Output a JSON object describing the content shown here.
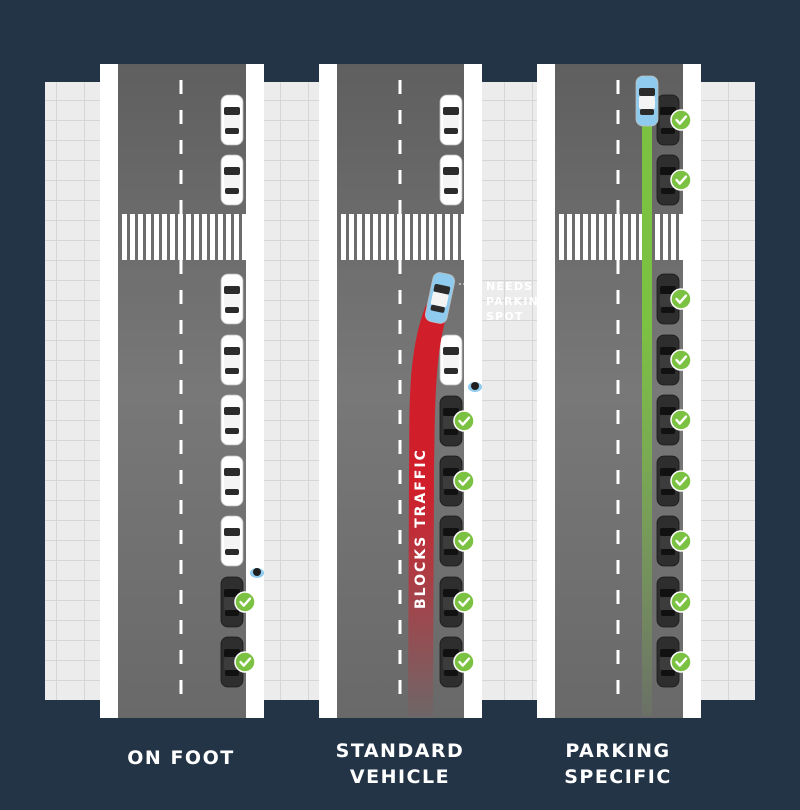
{
  "panels": [
    {
      "id": "on-foot",
      "caption_lines": [
        "ON FOOT"
      ]
    },
    {
      "id": "standard-vehicle",
      "caption_lines": [
        "STANDARD",
        "VEHICLE"
      ]
    },
    {
      "id": "parking-specific",
      "caption_lines": [
        "PARKING",
        "SPECIFIC"
      ]
    }
  ],
  "callout": {
    "lines": [
      "NEEDS",
      "PARKING",
      "SPOT"
    ]
  },
  "blocks_traffic_label": "BLOCKS TRAFFIC",
  "colors": {
    "background": "#243447",
    "road": "#737373",
    "sidewalk": "#ebebeb",
    "curb": "#ffffff",
    "parked_car_light": "#ffffff",
    "parked_car_dark": "#2e2e2e",
    "searching_car": "#8ecbef",
    "blocking_path": "#d01f2b",
    "smooth_path": "#7cc242",
    "check_badge": "#7cc242"
  },
  "icons": [
    "check-icon",
    "pedestrian-icon",
    "car-icon",
    "crosswalk"
  ]
}
